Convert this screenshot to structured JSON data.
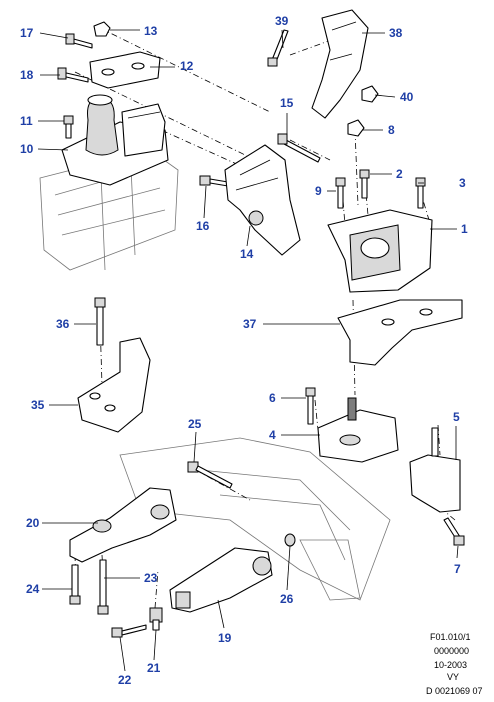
{
  "callouts": [
    {
      "id": "17",
      "label": "17"
    },
    {
      "id": "13",
      "label": "13"
    },
    {
      "id": "39",
      "label": "39"
    },
    {
      "id": "38",
      "label": "38"
    },
    {
      "id": "18",
      "label": "18"
    },
    {
      "id": "12",
      "label": "12"
    },
    {
      "id": "40",
      "label": "40"
    },
    {
      "id": "15",
      "label": "15"
    },
    {
      "id": "11",
      "label": "11"
    },
    {
      "id": "8",
      "label": "8"
    },
    {
      "id": "10",
      "label": "10"
    },
    {
      "id": "2",
      "label": "2"
    },
    {
      "id": "3",
      "label": "3"
    },
    {
      "id": "9",
      "label": "9"
    },
    {
      "id": "16",
      "label": "16"
    },
    {
      "id": "14",
      "label": "14"
    },
    {
      "id": "1",
      "label": "1"
    },
    {
      "id": "36",
      "label": "36"
    },
    {
      "id": "37",
      "label": "37"
    },
    {
      "id": "35",
      "label": "35"
    },
    {
      "id": "6",
      "label": "6"
    },
    {
      "id": "5",
      "label": "5"
    },
    {
      "id": "4",
      "label": "4"
    },
    {
      "id": "25",
      "label": "25"
    },
    {
      "id": "20",
      "label": "20"
    },
    {
      "id": "23",
      "label": "23"
    },
    {
      "id": "24",
      "label": "24"
    },
    {
      "id": "26",
      "label": "26"
    },
    {
      "id": "7",
      "label": "7"
    },
    {
      "id": "19",
      "label": "19"
    },
    {
      "id": "21",
      "label": "21"
    },
    {
      "id": "22",
      "label": "22"
    }
  ],
  "reference": {
    "line1": "F01.010/1",
    "line2": "0000000",
    "line3": "10-2003",
    "line4": "VY",
    "line5": "D 0021069 07"
  },
  "colors": {
    "callout": "#1f3fa6",
    "line": "#000000",
    "fill_shade": "#d9d9d9"
  }
}
